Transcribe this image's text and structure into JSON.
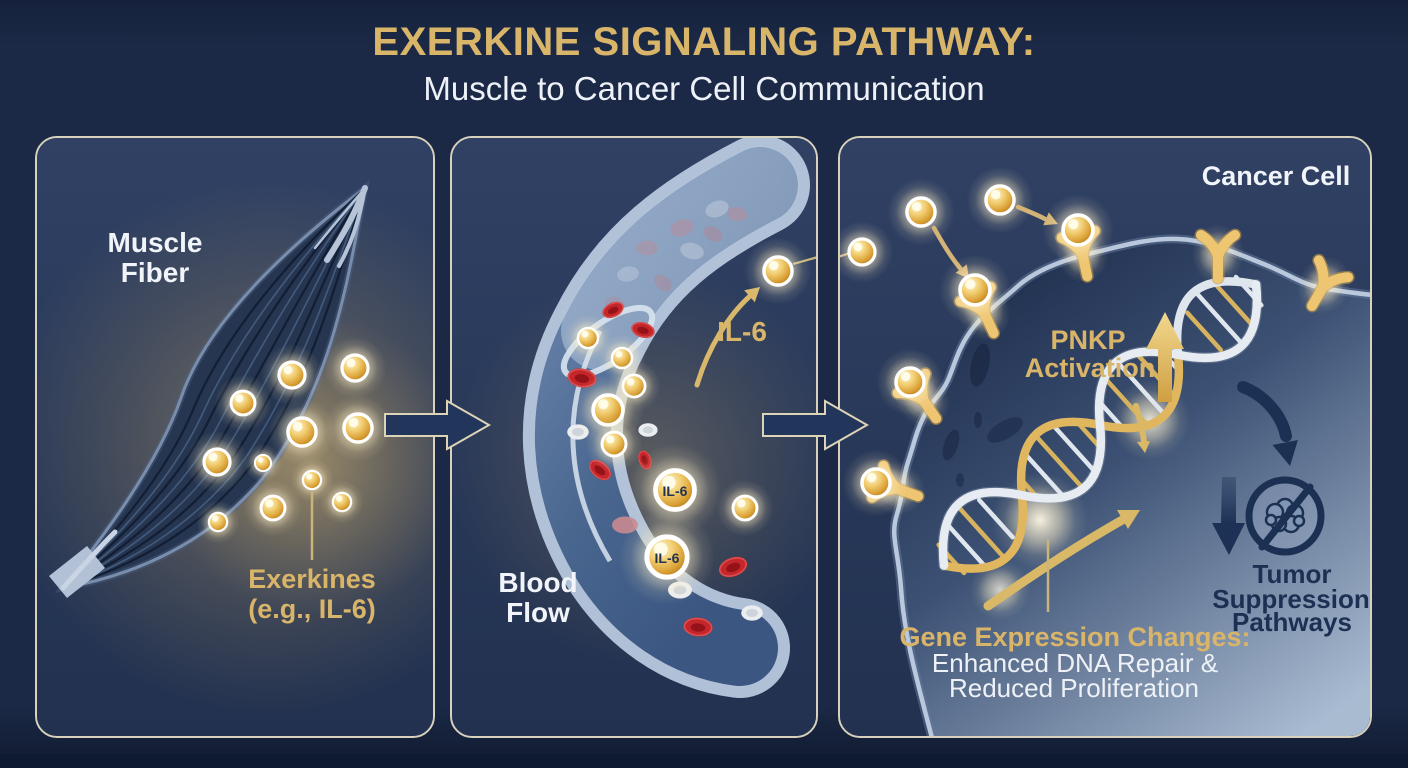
{
  "title": {
    "line1": "EXERKINE SIGNALING PATHWAY:",
    "line2": "Muscle to Cancer Cell Communication"
  },
  "muscle_panel": {
    "label_lines": [
      "Muscle",
      "Fiber"
    ],
    "exerkine_label_lines": [
      "Exerkines",
      "(e.g., IL-6)"
    ]
  },
  "blood_panel": {
    "label_lines": [
      "Blood",
      "Flow"
    ],
    "il6_release_label": "IL-6",
    "il6_particle_labels": [
      "IL-6",
      "IL-6"
    ]
  },
  "cancer_panel": {
    "cell_label": "Cancer Cell",
    "pnkp_lines": [
      "PNKP",
      "Activation"
    ],
    "gene_heading": "Gene Expression Changes:",
    "gene_detail_lines": [
      "Enhanced DNA Repair &",
      "Reduced Proliferation"
    ],
    "tumor_lines": [
      "Tumor",
      "Suppression",
      "Pathways"
    ]
  },
  "colors": {
    "background": "#1b2946",
    "panel_fill": "#2b3c5e",
    "panel_border": "#d8d1bc",
    "accent_gold": "#d9b56a",
    "text_white": "#f1f4f9",
    "navy_dark": "#1d3054",
    "sphere_gold": "#e8b84b",
    "rbc_red": "#c4262c",
    "vessel_wall": "#b3c5dc",
    "membrane": "#c3d0e2"
  },
  "icons": {
    "exerkine_sphere": "exerkine-sphere-icon",
    "flow_arrow": "right-arrow-icon",
    "release_arrow": "curved-arrow-icon",
    "receptor": "receptor-icon",
    "pnkp_arrow": "up-arrow-icon",
    "suppression_arrow": "down-arrow-icon",
    "no_tumor": "no-tumor-icon",
    "dna": "dna-helix-icon",
    "muscle": "muscle-fiber-icon",
    "vessel": "blood-vessel-icon",
    "rbc": "red-blood-cell-icon",
    "wbc": "white-blood-cell-icon"
  }
}
